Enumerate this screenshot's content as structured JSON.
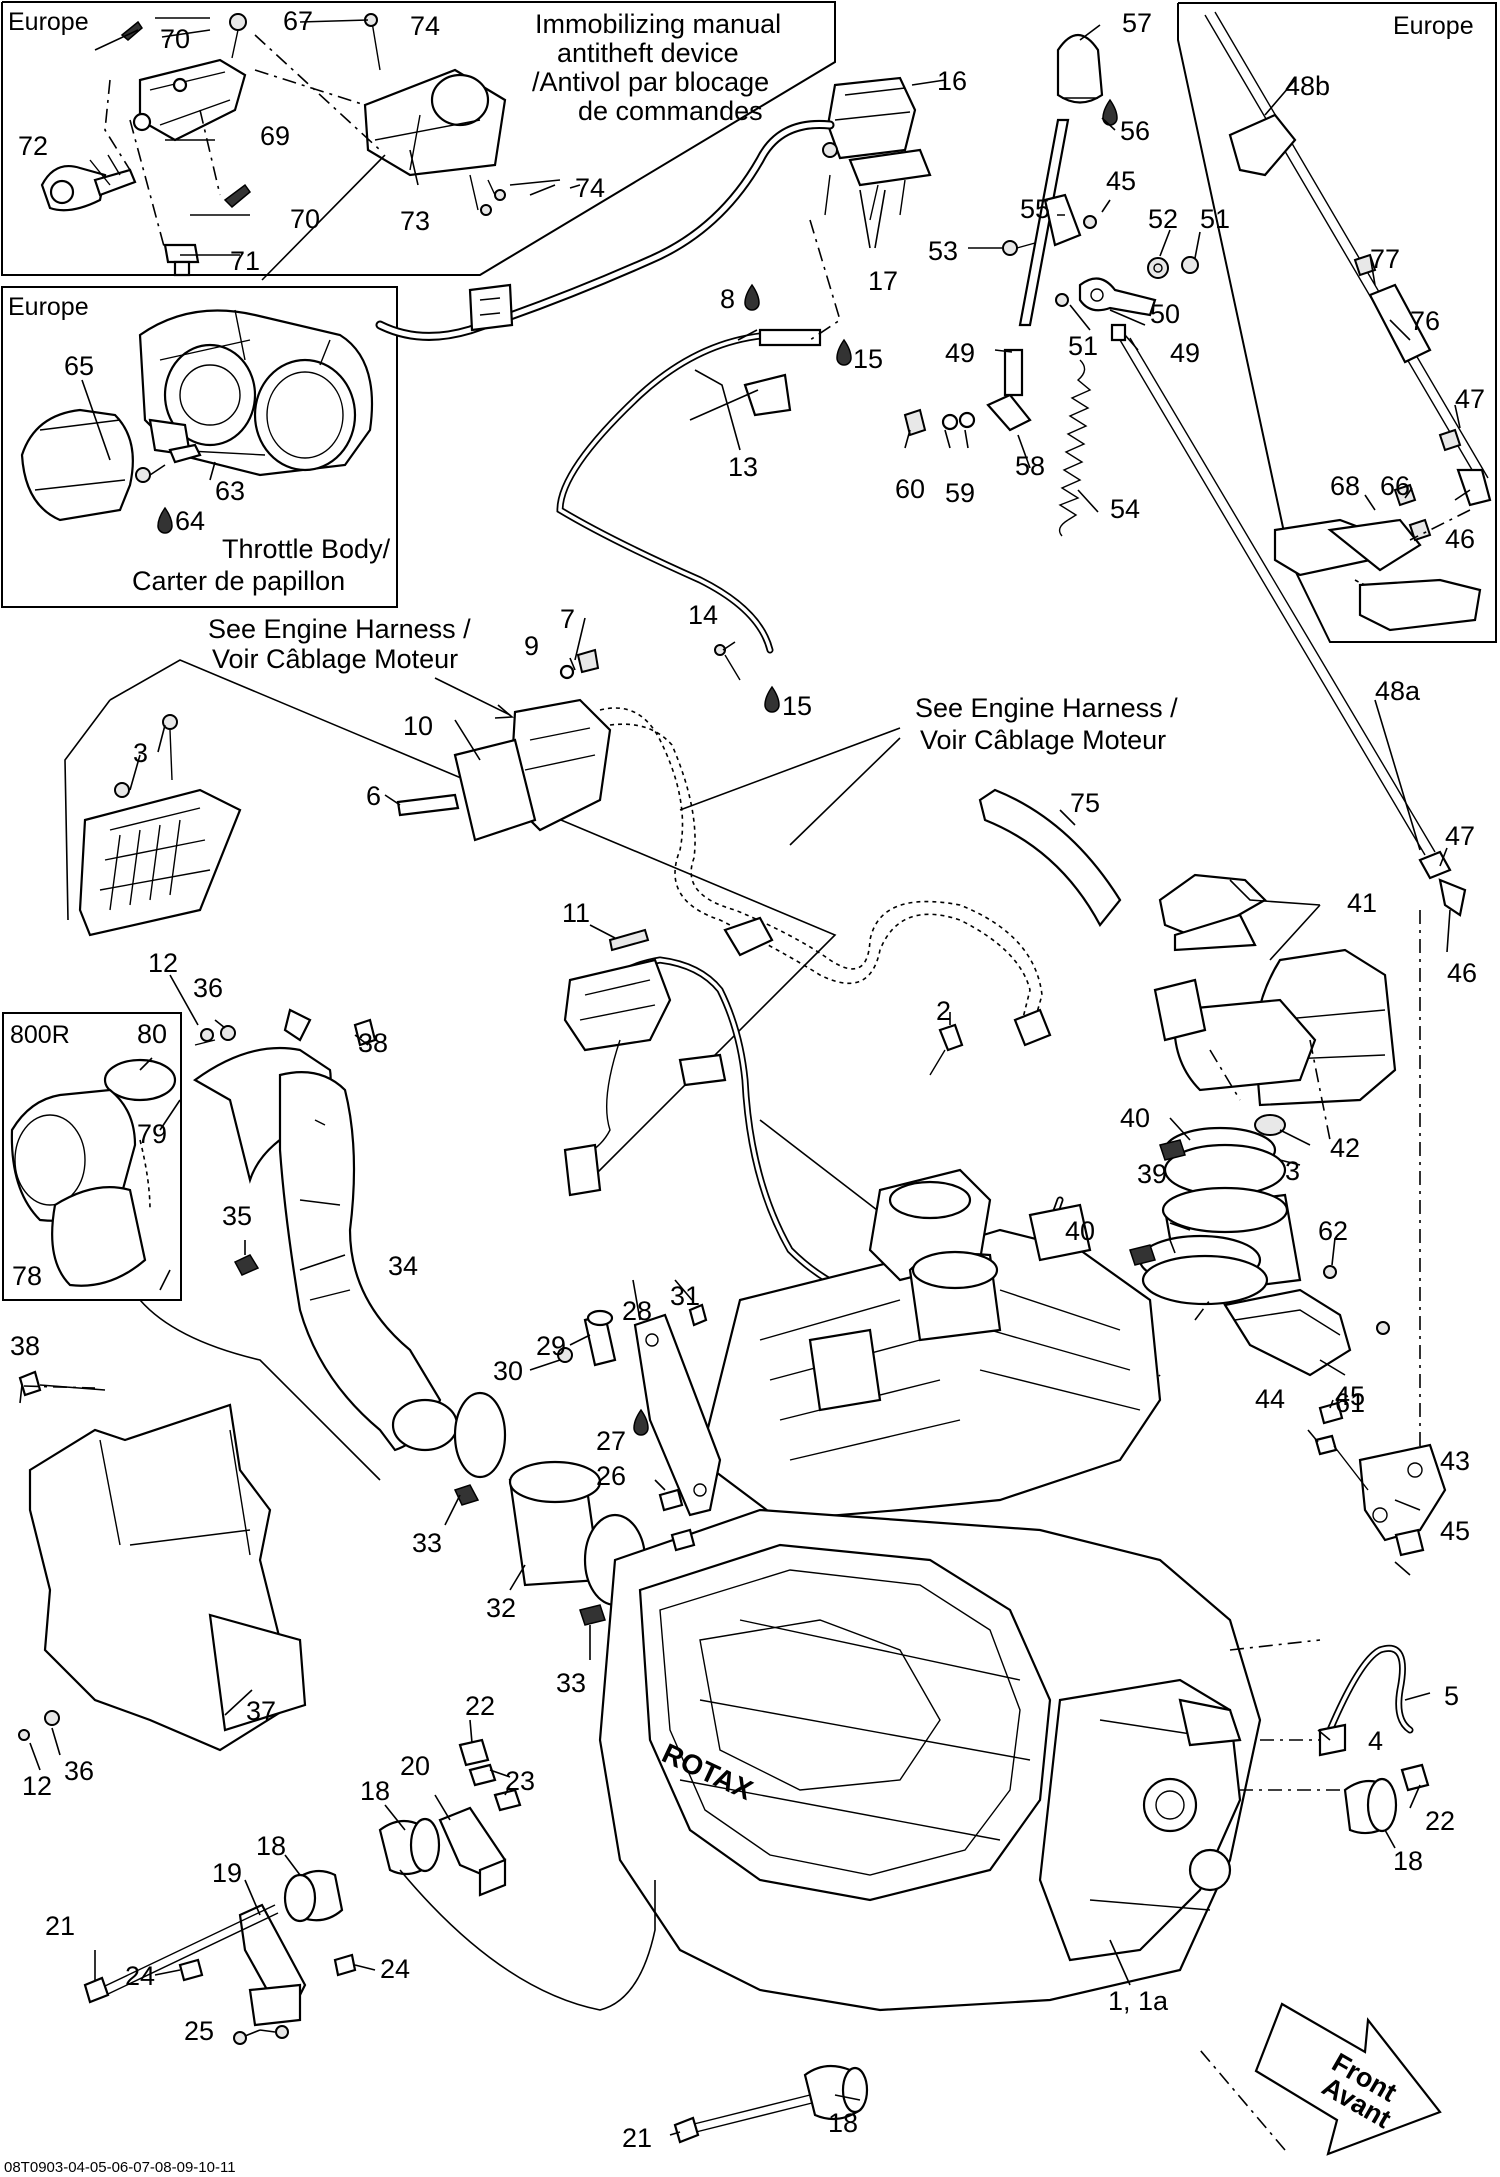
{
  "boxes": {
    "europe_top_left": "Europe",
    "europe_throttle": "Europe",
    "europe_right": "Europe",
    "variant_800r": "800R"
  },
  "captions": {
    "immobilizer": [
      "Immobilizing manual",
      "antitheft device",
      "/Antivol par blocage",
      "de commandes"
    ],
    "throttle_body": [
      "Throttle Body/",
      "Carter de papillon"
    ],
    "engine_harness_left": [
      "See Engine Harness /",
      "Voir Câblage Moteur"
    ],
    "engine_harness_right": [
      "See Engine Harness /",
      "Voir Câblage Moteur"
    ],
    "front": [
      "Front",
      "Avant"
    ],
    "drawing_code": "08T0903-04-05-06-07-08-09-10-11",
    "logo": "ROTAX"
  },
  "labels": {
    "l70a": "70",
    "l67": "67",
    "l72": "72",
    "l69": "69",
    "l70b": "70",
    "l71": "71",
    "l74a": "74",
    "l73": "73",
    "l74b": "74",
    "l65": "65",
    "l63": "63",
    "l64": "64",
    "l16": "16",
    "l17": "17",
    "l8": "8",
    "l15a": "15",
    "l13": "13",
    "l14": "14",
    "l15b": "15",
    "l57": "57",
    "l56": "56",
    "l55": "55",
    "l45a": "45",
    "l52": "52",
    "l51a": "51",
    "l53": "53",
    "l50": "50",
    "l51b": "51",
    "l49a": "49",
    "l49b": "49",
    "l60": "60",
    "l59": "59",
    "l58": "58",
    "l54": "54",
    "l48b": "48b",
    "l77": "77",
    "l76": "76",
    "l47a": "47",
    "l68": "68",
    "l66": "66",
    "l46a": "46",
    "l48a": "48a",
    "l47b": "47",
    "l46b": "46",
    "l7": "7",
    "l9": "9",
    "l10": "10",
    "l6": "6",
    "l3a": "3",
    "l11": "11",
    "l2": "2",
    "l75": "75",
    "l41": "41",
    "l40a": "40",
    "l3b": "3",
    "l42": "42",
    "l39": "39",
    "l40b": "40",
    "l62": "62",
    "l61": "61",
    "l12a": "12",
    "l36a": "36",
    "l38a": "38",
    "l80": "80",
    "l79": "79",
    "l78": "78",
    "l35": "35",
    "l34": "34",
    "l31": "31",
    "l28": "28",
    "l29": "29",
    "l30": "30",
    "l27": "27",
    "l26": "26",
    "l33a": "33",
    "l32": "32",
    "l33b": "33",
    "l38b": "38",
    "l37": "37",
    "l12b": "12",
    "l36b": "36",
    "l22a": "22",
    "l20": "20",
    "l23": "23",
    "l18a": "18",
    "l18b": "18",
    "l19": "19",
    "l21a": "21",
    "l24a": "24",
    "l24b": "24",
    "l25": "25",
    "l45b": "45",
    "l44": "44",
    "l43": "43",
    "l45c": "45",
    "l5": "5",
    "l4": "4",
    "l22b": "22",
    "l18c": "18",
    "l1": "1, 1a",
    "l18d": "18",
    "l21b": "21"
  }
}
